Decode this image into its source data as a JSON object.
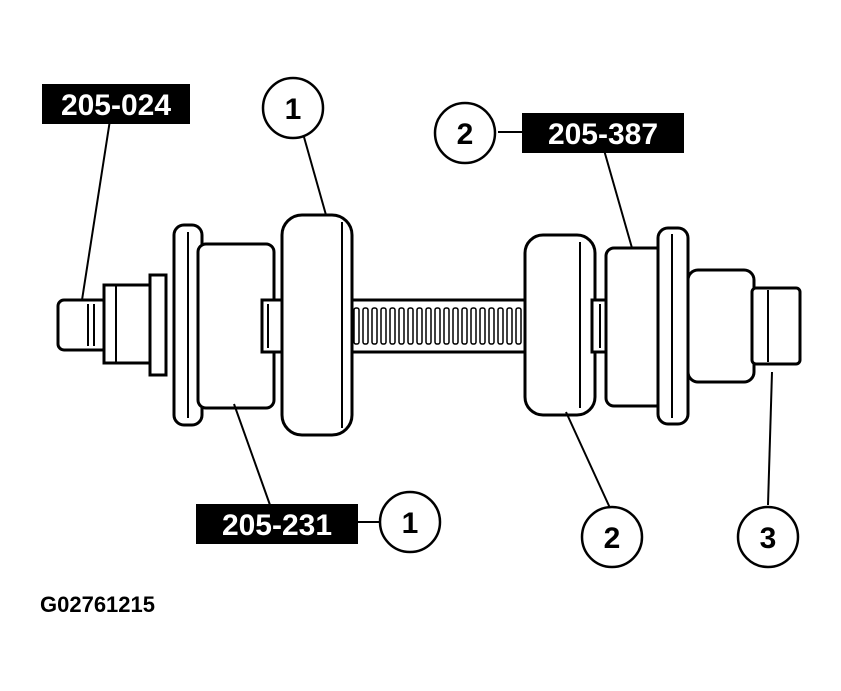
{
  "tool_labels": {
    "remover_adapter": "205-024",
    "installer_left": "205-231",
    "installer_right": "205-387"
  },
  "callouts": {
    "c1_top": "1",
    "c1_bottom": "1",
    "c2_top": "2",
    "c2_bottom": "2",
    "c3": "3"
  },
  "figure_id": "G02761215"
}
